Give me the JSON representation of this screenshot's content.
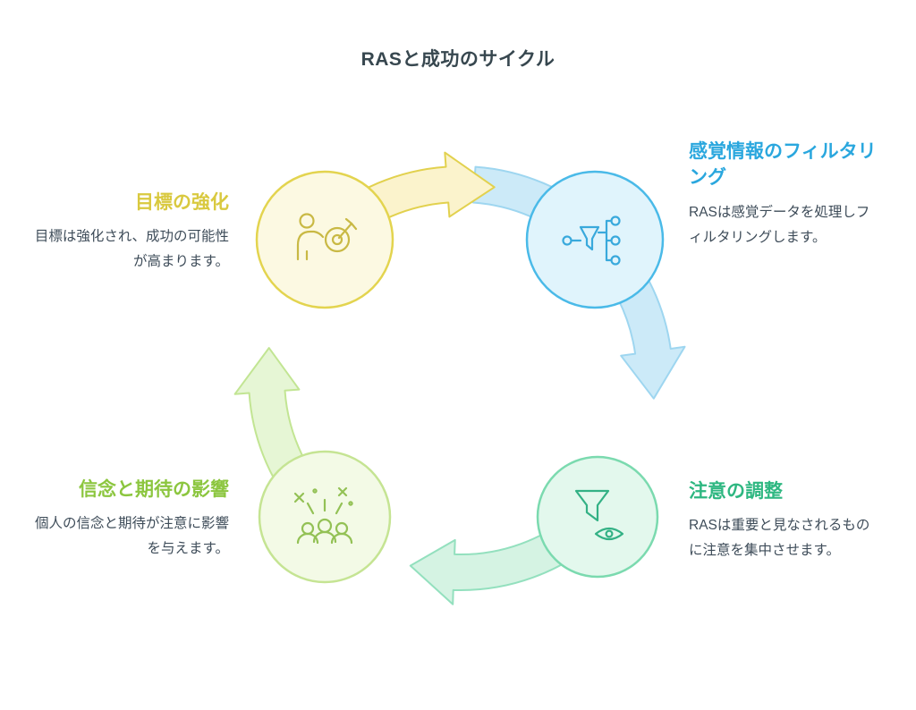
{
  "title": "RASと成功のサイクル",
  "steps": [
    {
      "heading": "感覚情報のフィルタリング",
      "body": "RASは感覚データを処理しフィルタリングします。",
      "accent": "#2AA7DE",
      "icon": "branch-filter-icon"
    },
    {
      "heading": "注意の調整",
      "body": "RASは重要と見なされるものに注意を集中させます。",
      "accent": "#2EB781",
      "icon": "funnel-eye-icon"
    },
    {
      "heading": "信念と期待の影響",
      "body": "個人の信念と期待が注意に影響を与えます。",
      "accent": "#8CC63F",
      "icon": "group-celebration-icon"
    },
    {
      "heading": "目標の強化",
      "body": "目標は強化され、成功の可能性が高まります。",
      "accent": "#D9C93F",
      "icon": "person-target-icon"
    }
  ],
  "colors": {
    "title_text": "#37474F",
    "body_text": "#3E4C59",
    "node_yellow_fill": "#FCF9E2",
    "node_yellow_stroke": "#E3D44F",
    "node_blue_fill": "#E0F4FC",
    "node_blue_stroke": "#4ABAE8",
    "node_teal_fill": "#E3F8ED",
    "node_teal_stroke": "#7BDAAF",
    "node_green_fill": "#F3FAE6",
    "node_green_stroke": "#C5E493",
    "arrow_yellow_fill": "#FBF3CC",
    "arrow_yellow_stroke": "#E2D14E",
    "arrow_blue_fill": "#CCEAF8",
    "arrow_blue_stroke": "#9ED6F0",
    "arrow_teal_fill": "#D5F3E3",
    "arrow_teal_stroke": "#93E0BE",
    "arrow_green_fill": "#E6F6D5",
    "arrow_green_stroke": "#C2E593"
  }
}
